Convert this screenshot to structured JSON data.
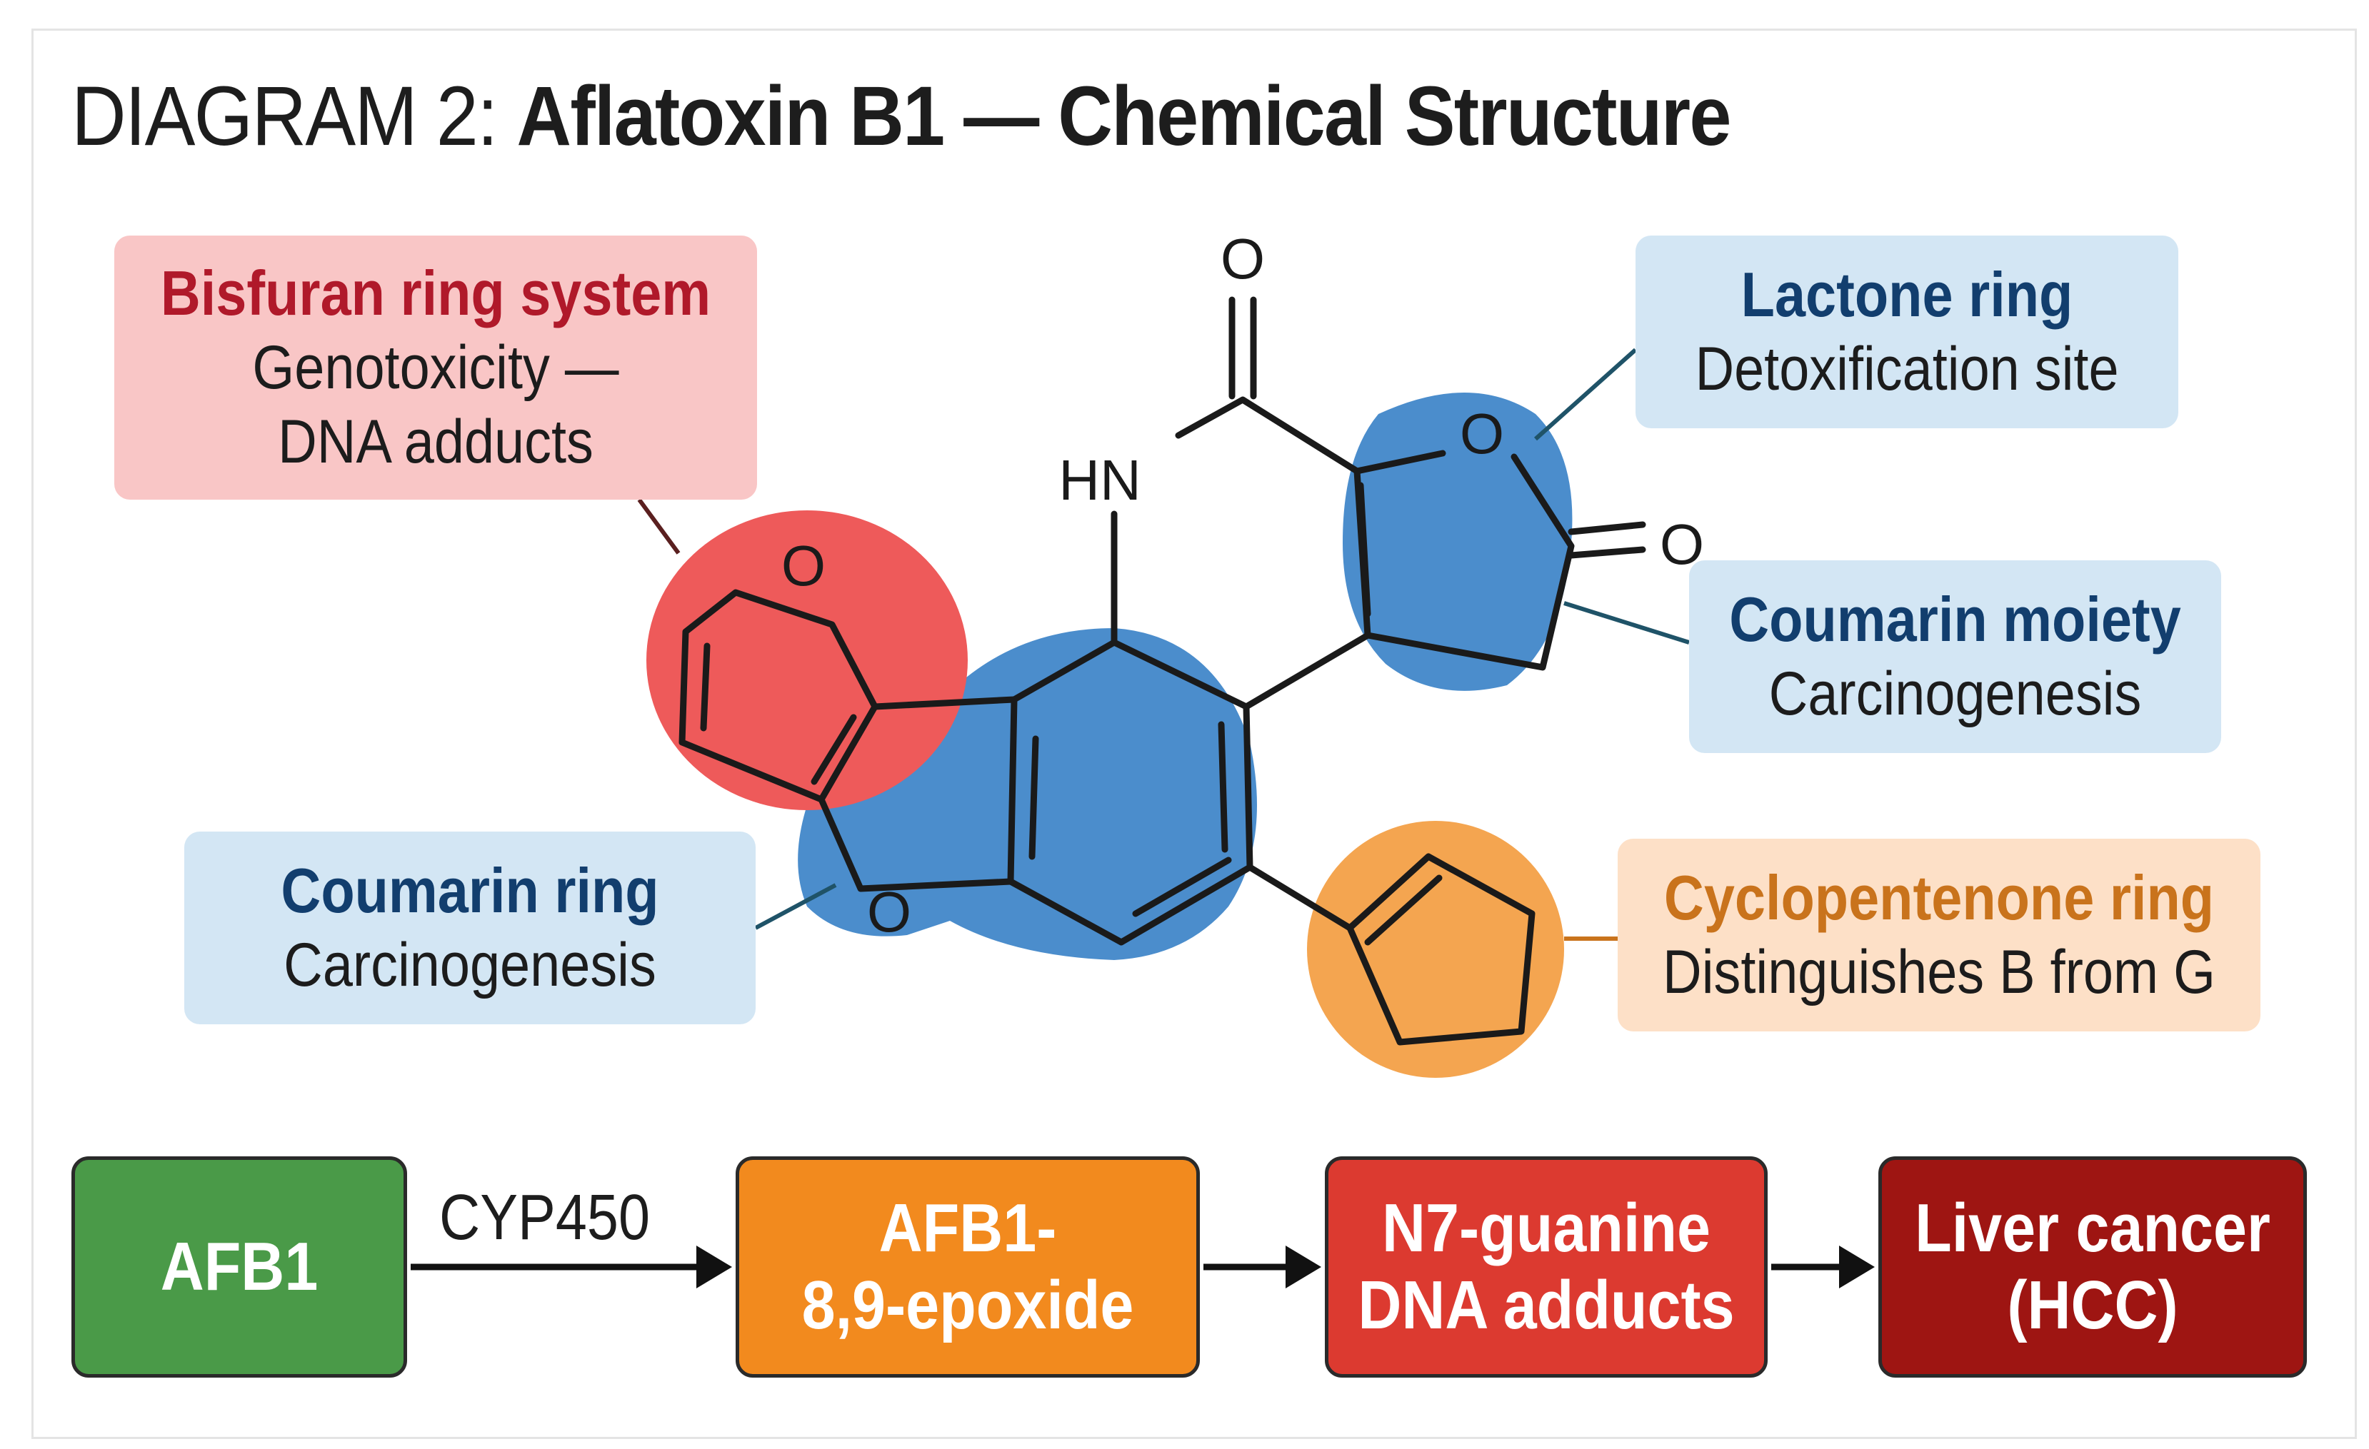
{
  "title": {
    "prefix": "DIAGRAM 2: ",
    "main": "Aflatoxin B1 — Chemical Structure"
  },
  "structure": {
    "atoms": {
      "carbonyl_top_o": "O",
      "nh": "HN",
      "lactone_o": "O",
      "ketone_o": "O",
      "furan_o_upper": "O",
      "furan_o_lower": "O"
    },
    "highlight_colors": {
      "bisfuran": "#ee5a5a",
      "coumarin": "#4b8dcc",
      "cyclopentenone": "#f4a550"
    }
  },
  "callouts": {
    "bisfuran": {
      "heading": "Bisfuran ring system",
      "line1": "Genotoxicity —",
      "line2": "DNA adducts"
    },
    "lactone": {
      "heading": "Lactone ring",
      "line1": "Detoxification site"
    },
    "coumarin_moiety": {
      "heading": "Coumarin moiety",
      "line1": "Carcinogenesis"
    },
    "coumarin_ring": {
      "heading": "Coumarin ring",
      "line1": "Carcinogenesis"
    },
    "cyclopentenone": {
      "heading": "Cyclopentenone ring",
      "line1": "Distinguishes B from G"
    }
  },
  "pathway": {
    "steps": [
      {
        "line1": "AFB1",
        "line2": ""
      },
      {
        "line1": "AFB1-",
        "line2": "8,9-epoxide"
      },
      {
        "line1": "N7-guanine",
        "line2": "DNA adducts"
      },
      {
        "line1": "Liver cancer",
        "line2": "(HCC)"
      }
    ],
    "enzyme": "CYP450"
  }
}
